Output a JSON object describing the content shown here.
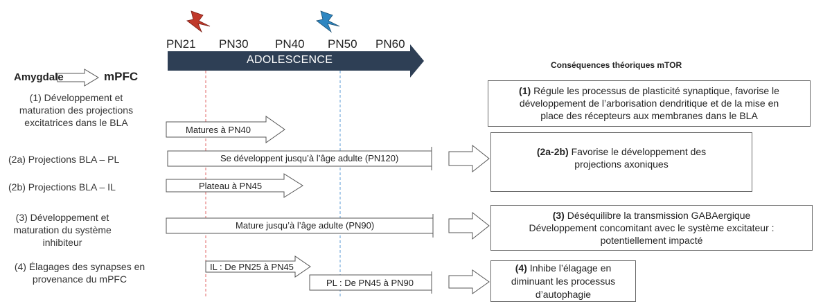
{
  "timeline": {
    "ticks": [
      "PN21",
      "PN30",
      "PN40",
      "PN50",
      "PN60"
    ],
    "band_label": "ADOLESCENCE",
    "band_color": "#2e3f55",
    "marker_red": "#c0392b",
    "marker_blue": "#2e86c1"
  },
  "header": {
    "left_from": "Amygdale",
    "left_to": "mPFC",
    "right_title": "Conséquences théoriques mTOR"
  },
  "rows": [
    {
      "label": [
        "(1) Développement et",
        "maturation des projections",
        "excitatrices dans le BLA"
      ],
      "arrow_text": "Matures à PN40"
    },
    {
      "label": [
        "(2a) Projections BLA – PL"
      ],
      "arrow_text": "Se développent jusqu’à l’âge adulte (PN120)"
    },
    {
      "label": [
        "(2b) Projections BLA – IL"
      ],
      "arrow_text": "Plateau à PN45"
    },
    {
      "label": [
        "(3) Développement et",
        "maturation du système",
        "inhibiteur"
      ],
      "arrow_text": "Mature jusqu’à l’âge adulte (PN90)"
    },
    {
      "label": [
        "(4) Élagages des synapses en",
        "provenance du mPFC"
      ],
      "arrow_text_a": "IL : De PN25 à PN45",
      "arrow_text_b": "PL : De PN45 à PN90"
    }
  ],
  "consequences": [
    {
      "num": "(1)",
      "lines": [
        "Régule les processus de plasticité synaptique, favorise le",
        "développement de l’arborisation dendritique et de la mise en",
        "place des récepteurs aux membranes dans le BLA"
      ]
    },
    {
      "num": "(2a-2b)",
      "lines": [
        "Favorise le développement des",
        "projections axoniques"
      ]
    },
    {
      "num": "(3)",
      "lines": [
        "Déséquilibre la transmission GABAergique",
        "Développement concomitant avec le système excitateur :",
        "potentiellement impacté"
      ]
    },
    {
      "num": "(4)",
      "lines": [
        "Inhibe l’élagage en",
        "diminuant les processus",
        "d’autophagie"
      ]
    }
  ]
}
